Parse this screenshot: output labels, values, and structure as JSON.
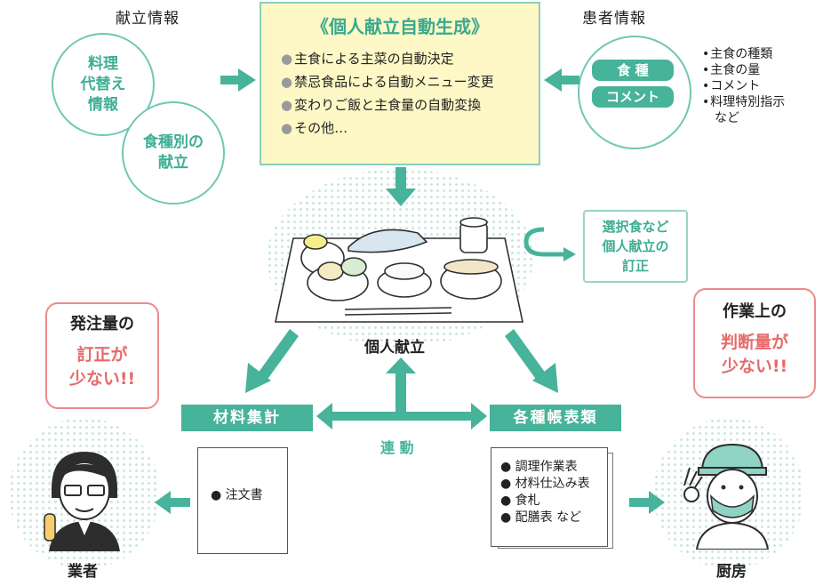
{
  "labels": {
    "menu_info": "献立情報",
    "patient_info": "患者情報",
    "individual_menu": "個人献立",
    "renkou": "連 動",
    "vendor": "業者",
    "kitchen": "厨房"
  },
  "circles": {
    "substitute": "料理\n代替え\n情報",
    "by_type": "食種別の\n献立"
  },
  "center_box": {
    "title": "《個人献立自動生成》",
    "items": [
      "主食による主菜の自動決定",
      "禁忌食品による自動メニュー変更",
      "変わりご飯と主食量の自動変換",
      "その他…"
    ]
  },
  "patient": {
    "pill_1": "食 種",
    "pill_2": "コメント",
    "bullets": [
      "主食の種類",
      "主食の量",
      "コメント",
      "料理特別指示"
    ],
    "bullets_tail": "など"
  },
  "revision_box": "選択食など\n個人献立の\n訂正",
  "boxes": {
    "materials": "材料集計",
    "forms": "各種帳表類"
  },
  "docs": {
    "order": "注文書",
    "forms_list": [
      "調理作業表",
      "材料仕込み表",
      "食札",
      "配膳表 など"
    ]
  },
  "speech_vendor": {
    "line1": "発注量の",
    "line2": "訂正が",
    "line3": "少ない!!"
  },
  "speech_kitchen": {
    "line1": "作業上の",
    "line2": "判断量が",
    "line3": "少ない!!"
  },
  "colors": {
    "teal": "#46b39a",
    "yellow": "#fdf8c6",
    "red": "#e66a6a"
  }
}
